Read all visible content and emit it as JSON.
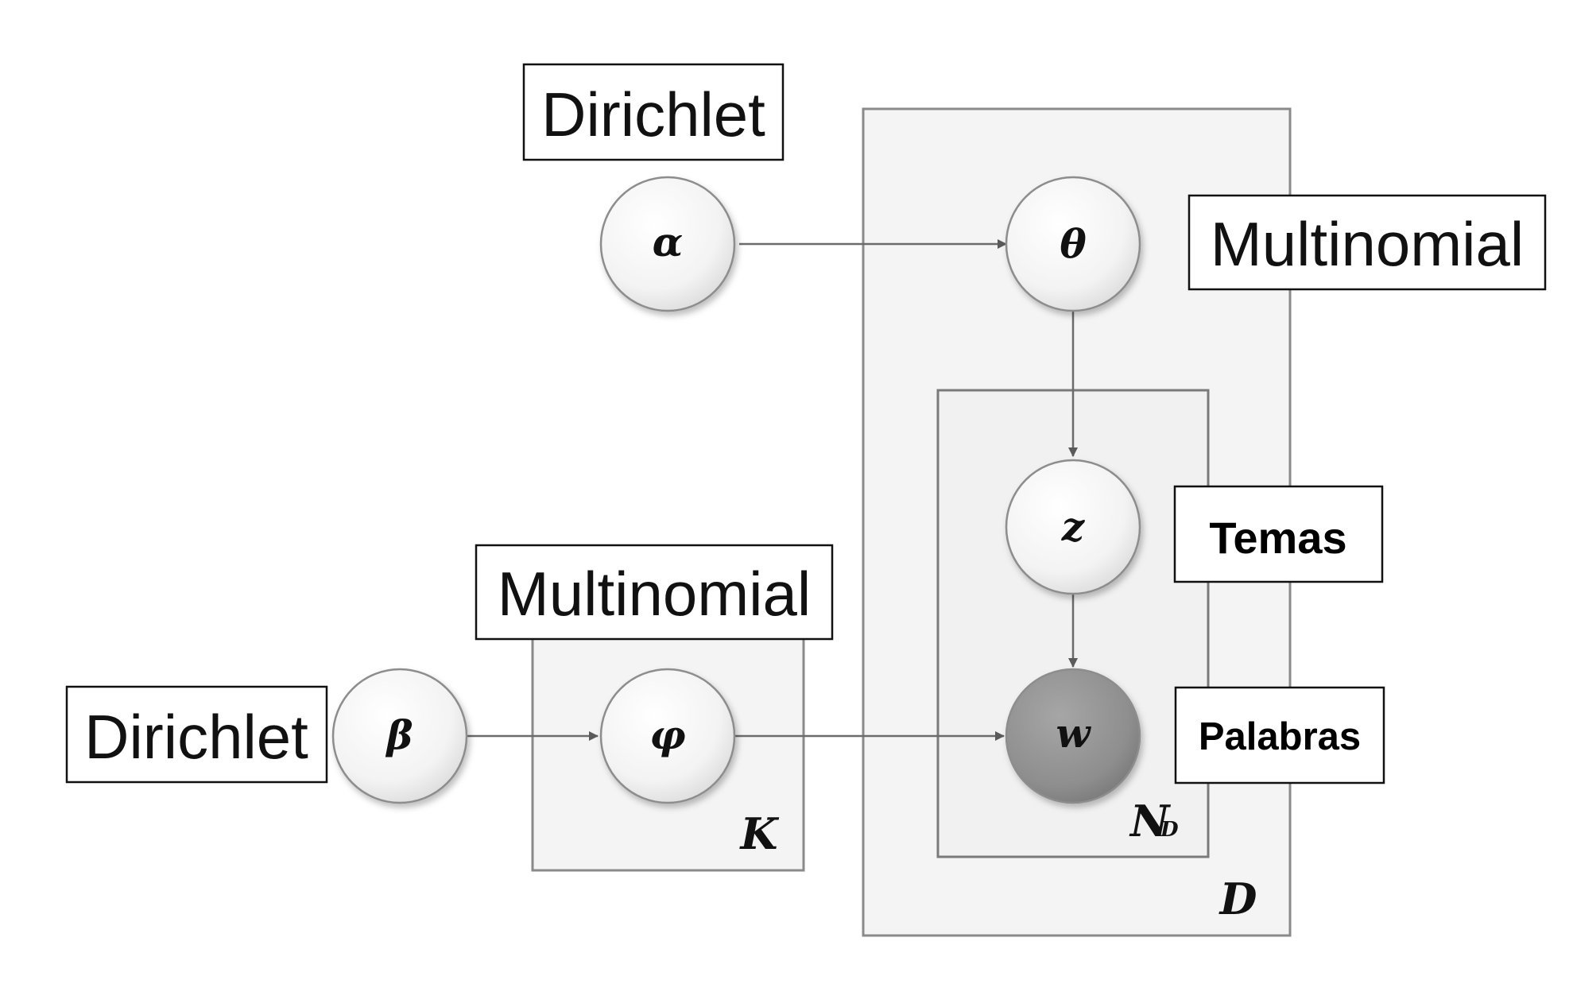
{
  "nodes": {
    "alpha": "α",
    "theta": "θ",
    "z": "z",
    "beta": "β",
    "phi": "φ",
    "w": "w"
  },
  "plates": {
    "K": "K",
    "D": "D",
    "N_main": "N",
    "N_sub": "D"
  },
  "labels": {
    "alpha_dist": "Dirichlet",
    "theta_dist": "Multinomial",
    "z_desc": "Temas",
    "phi_dist": "Multinomial",
    "beta_dist": "Dirichlet",
    "w_desc": "Palabras"
  },
  "colors": {
    "observed_node": "#8e8e8e",
    "latent_node": "#f7f7f7"
  }
}
